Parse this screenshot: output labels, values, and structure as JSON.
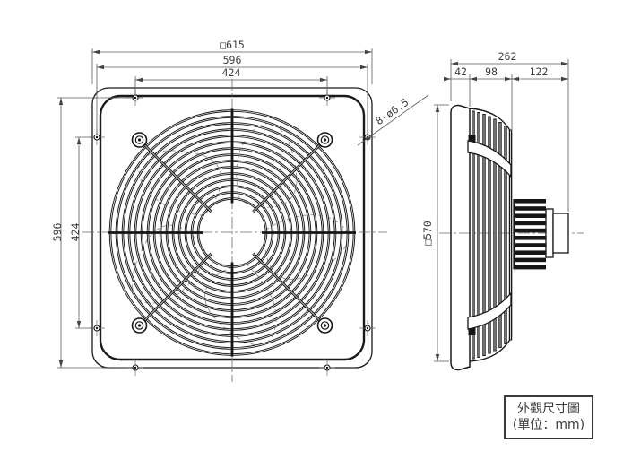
{
  "drawing": {
    "title_block": {
      "title": "外觀尺寸圖",
      "unit_note": "(單位：mm)"
    },
    "front_view": {
      "dim_outer_square": "□615",
      "dim_hole_span_h": "596",
      "dim_hole_pitch_h": "424",
      "dim_hole_span_v": "596",
      "dim_hole_pitch_v": "424",
      "holes_note": "8-ø6.5"
    },
    "side_view": {
      "dim_total_depth": "262",
      "dim_flange_depth": "42",
      "dim_grille_depth": "98",
      "dim_motor_depth": "122",
      "dim_body_square": "□570"
    },
    "colors": {
      "line": "#1a1a1a",
      "dimension": "#3d3d3d"
    }
  }
}
